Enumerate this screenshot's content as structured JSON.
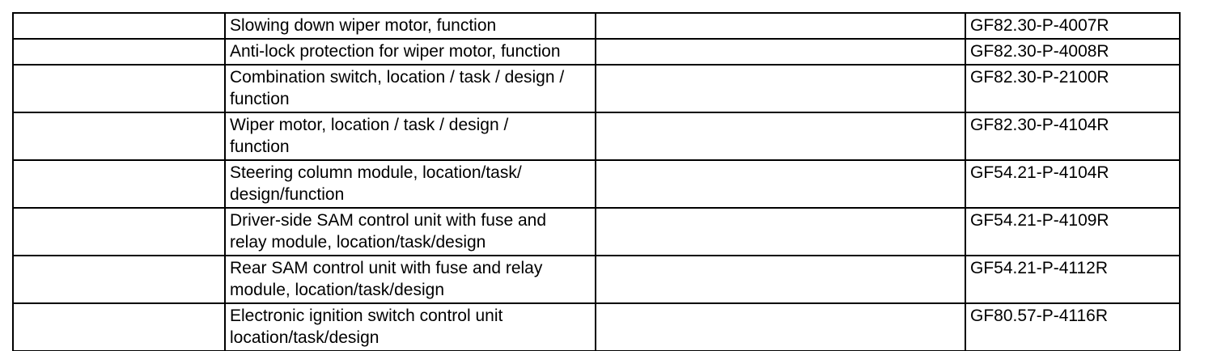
{
  "table": {
    "rows": [
      {
        "description": "Slowing down wiper motor, function",
        "code": "GF82.30-P-4007R"
      },
      {
        "description": "Anti-lock protection for wiper motor, function",
        "code": "GF82.30-P-4008R"
      },
      {
        "description": "Combination switch, location / task / design /\nfunction",
        "code": "GF82.30-P-2100R"
      },
      {
        "description": "Wiper motor, location / task / design /\nfunction",
        "code": "GF82.30-P-4104R"
      },
      {
        "description": "Steering column module, location/task/\ndesign/function",
        "code": "GF54.21-P-4104R"
      },
      {
        "description": "Driver-side SAM control unit with fuse and\nrelay module, location/task/design",
        "code": "GF54.21-P-4109R"
      },
      {
        "description": "Rear SAM control unit with fuse and relay\nmodule, location/task/design",
        "code": "GF54.21-P-4112R"
      },
      {
        "description": "Electronic ignition switch control unit\nlocation/task/design",
        "code": "GF80.57-P-4116R"
      }
    ]
  }
}
